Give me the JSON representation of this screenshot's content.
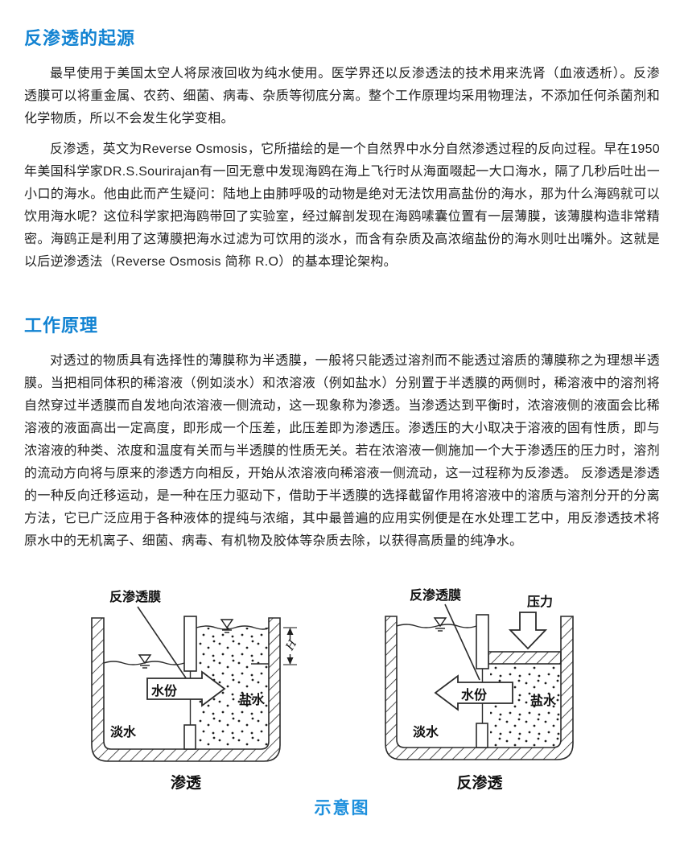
{
  "document": {
    "sections": [
      {
        "heading": "反渗透的起源",
        "paragraphs": [
          "最早使用于美国太空人将尿液回收为纯水使用。医学界还以反渗透法的技术用来洗肾（血液透析）。反渗透膜可以将重金属、农药、细菌、病毒、杂质等彻底分离。整个工作原理均采用物理法，不添加任何杀菌剂和化学物质，所以不会发生化学变相。",
          "反渗透，英文为Reverse Osmosis，它所描绘的是一个自然界中水分自然渗透过程的反向过程。早在1950年美国科学家DR.S.Sourirajan有一回无意中发现海鸥在海上飞行时从海面啜起一大口海水，隔了几秒后吐出一小口的海水。他由此而产生疑问：陆地上由肺呼吸的动物是绝对无法饮用高盐份的海水，那为什么海鸥就可以饮用海水呢？这位科学家把海鸥带回了实验室，经过解剖发现在海鸥嗉囊位置有一层薄膜，该薄膜构造非常精密。海鸥正是利用了这薄膜把海水过滤为可饮用的淡水，而含有杂质及高浓缩盐份的海水则吐出嘴外。这就是以后逆渗透法（Reverse Osmosis 简称 R.O）的基本理论架构。"
        ]
      },
      {
        "heading": "工作原理",
        "paragraphs": [
          "对透过的物质具有选择性的薄膜称为半透膜，一般将只能透过溶剂而不能透过溶质的薄膜称之为理想半透膜。当把相同体积的稀溶液（例如淡水）和浓溶液（例如盐水）分别置于半透膜的两侧时，稀溶液中的溶剂将自然穿过半透膜而自发地向浓溶液一侧流动，这一现象称为渗透。当渗透达到平衡时，浓溶液侧的液面会比稀溶液的液面高出一定高度，即形成一个压差，此压差即为渗透压。渗透压的大小取决于溶液的固有性质，即与浓溶液的种类、浓度和温度有关而与半透膜的性质无关。若在浓溶液一侧施加一个大于渗透压的压力时，溶剂的流动方向将与原来的渗透方向相反，开始从浓溶液向稀溶液一侧流动，这一过程称为反渗透。 反渗透是渗透的一种反向迁移运动，是一种在压力驱动下，借助于半透膜的选择截留作用将溶液中的溶质与溶剂分开的分离方法，它已广泛应用于各种液体的提纯与浓缩，其中最普遍的应用实例便是在水处理工艺中，用反渗透技术将原水中的无机离子、细菌、病毒、有机物及胶体等杂质去除，以获得高质量的纯净水。"
        ]
      }
    ],
    "figure": {
      "osmosis": {
        "membrane_label": "反渗透膜",
        "flow_label": "水份",
        "fresh_water_label": "淡水",
        "salt_water_label": "盐水",
        "height_label": "H",
        "caption": "渗透"
      },
      "reverse_osmosis": {
        "membrane_label": "反渗透膜",
        "pressure_label": "压力",
        "flow_label": "水份",
        "fresh_water_label": "淡水",
        "salt_water_label": "盐水",
        "caption": "反渗透"
      },
      "caption": "示意图"
    },
    "colors": {
      "heading_blue": "#1283d2",
      "figure_caption_blue": "#1e90dd",
      "text_ink": "#1f1f1f",
      "line_ink": "#2b2b2b"
    }
  }
}
